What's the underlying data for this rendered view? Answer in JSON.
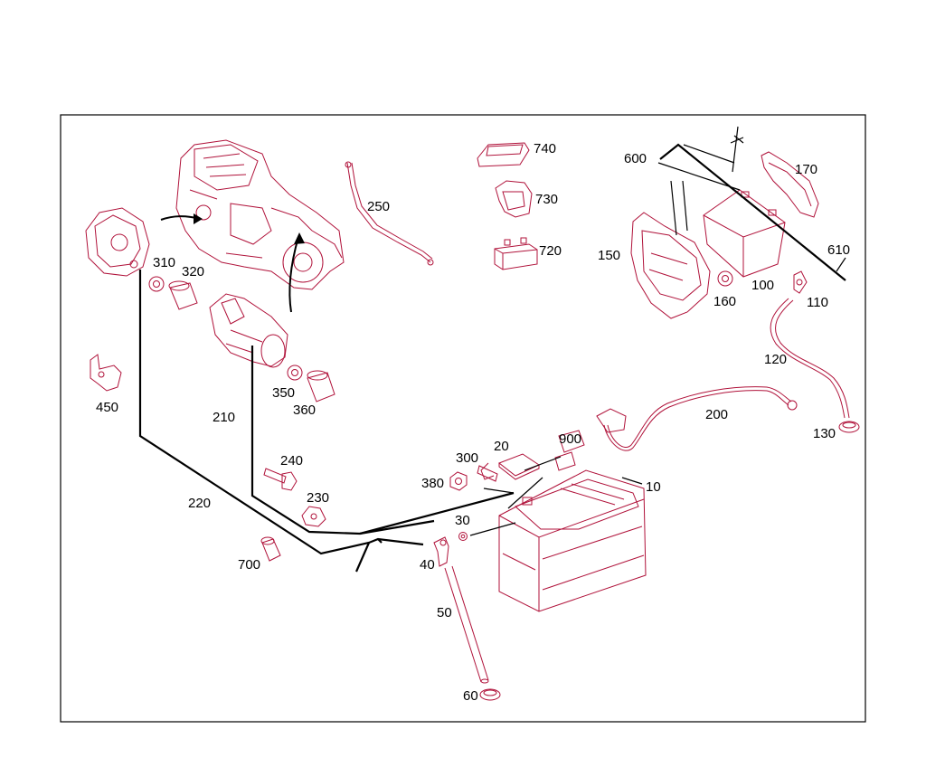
{
  "labels": {
    "p10": "10",
    "p20": "20",
    "p30": "30",
    "p40": "40",
    "p50": "50",
    "p60": "60",
    "p100": "100",
    "p110": "110",
    "p120": "120",
    "p130": "130",
    "p150": "150",
    "p160": "160",
    "p170": "170",
    "p200": "200",
    "p210": "210",
    "p220": "220",
    "p230": "230",
    "p240": "240",
    "p250": "250",
    "p300": "300",
    "p310": "310",
    "p320": "320",
    "p350": "350",
    "p360": "360",
    "p380": "380",
    "p450": "450",
    "p600": "600",
    "p610": "610",
    "p700": "700",
    "p720": "720",
    "p730": "730",
    "p740": "740",
    "p900": "900"
  },
  "colors": {
    "part_line": "#b0123a",
    "leader": "#000000",
    "frame": "#000000"
  }
}
